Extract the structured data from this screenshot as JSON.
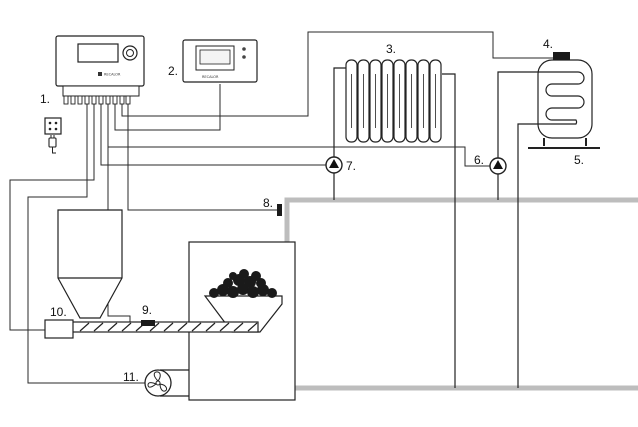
{
  "labels": {
    "controller": "1.",
    "room_panel": "2.",
    "radiator": "3.",
    "tank_sensor": "4.",
    "water_tank": "5.",
    "tank_pump": "6.",
    "heating_pump": "7.",
    "boiler_sensor": "8.",
    "feeder_sensor": "9.",
    "feeder_motor": "10.",
    "fan": "11."
  },
  "controller_brand": "RECALOR",
  "panel_brand": "RECALOR",
  "colors": {
    "pipe": "#bdbdbd",
    "line": "#222222",
    "fuel": "#1a1a1a"
  },
  "icons": {
    "plug": "plug-icon",
    "socket": "socket-icon",
    "fan": "fan-icon",
    "pump": "pump-icon"
  }
}
